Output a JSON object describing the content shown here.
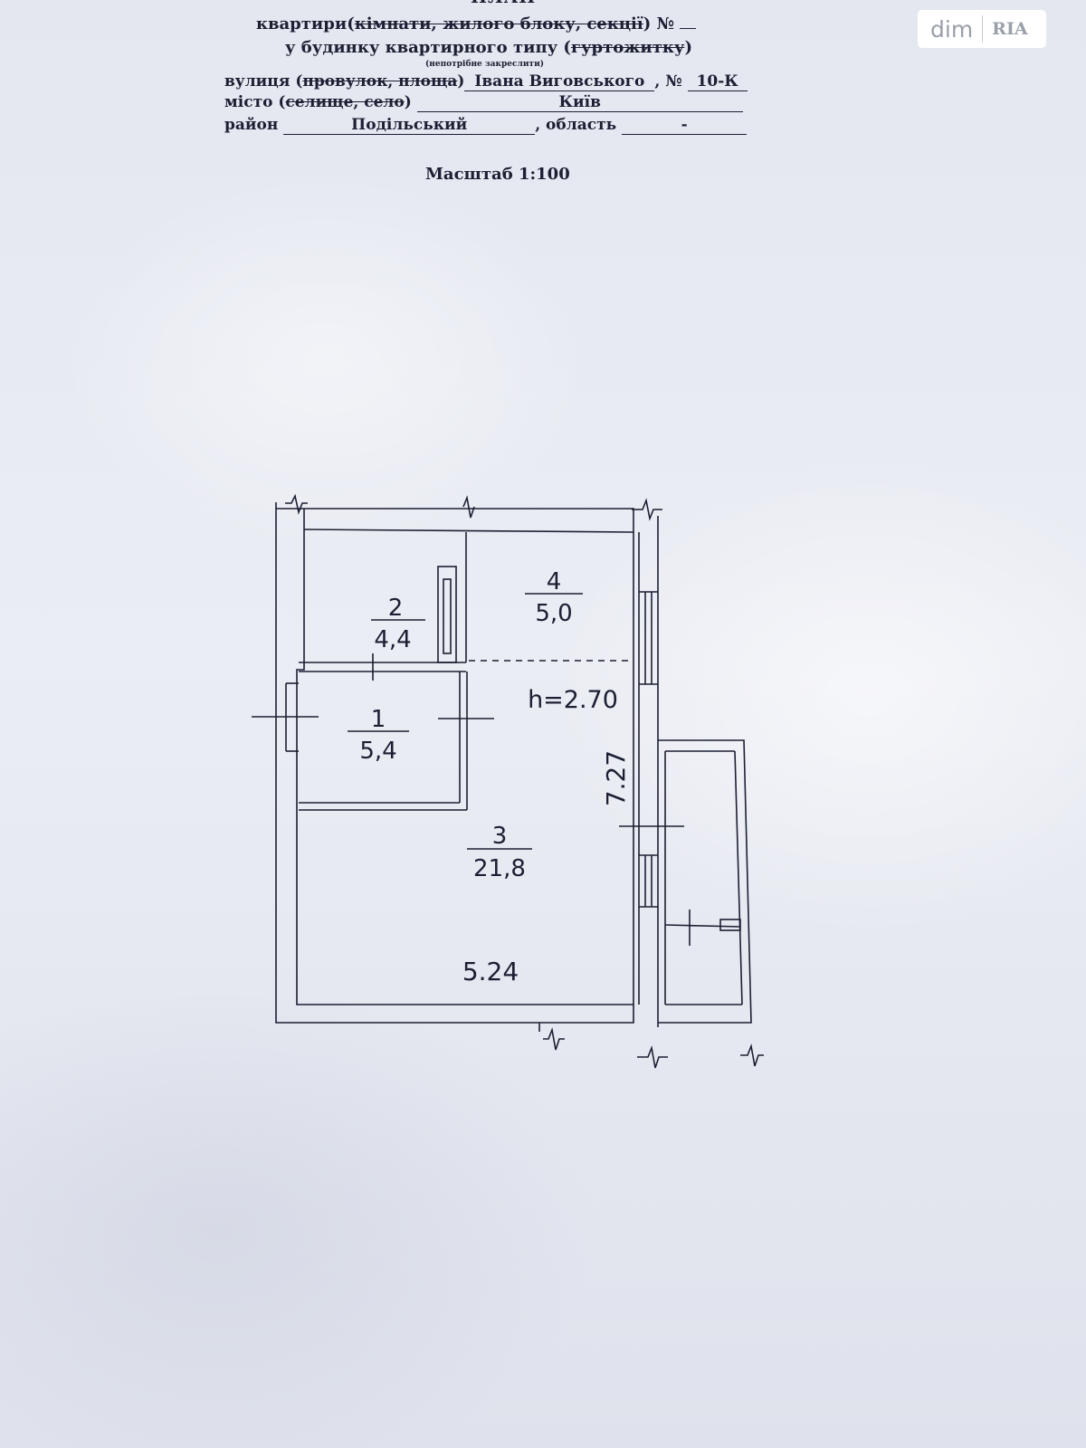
{
  "header": {
    "title": "ПЛАН",
    "line1_prefix": "квартири(",
    "line1_struck": "кімнати, жилого блоку, секції",
    "line1_suffix": ") №",
    "line1_number": "",
    "line2_prefix": "у будинку квартирного типу (",
    "line2_struck": "гуртожитку",
    "line2_suffix": ")",
    "note": "(непотрібне закреслити)",
    "street_label": "вулиця (",
    "street_struck": "провулок, площа",
    "street_label_end": ")",
    "street_value": "Івана Виговського",
    "number_label": ", №",
    "number_value": "10-К",
    "city_label": "місто (",
    "city_struck": "селище, село",
    "city_label_end": ")",
    "city_value": "Київ",
    "district_label": "район",
    "district_value": "Подільський",
    "region_label": ", область",
    "region_value": "-",
    "scale": "Масштаб 1:100"
  },
  "logo": {
    "left": "dim",
    "right": "RIA"
  },
  "plan": {
    "rooms": [
      {
        "number": "1",
        "area": "5,4"
      },
      {
        "number": "2",
        "area": "4,4"
      },
      {
        "number": "3",
        "area": "21,8"
      },
      {
        "number": "4",
        "area": "5,0"
      }
    ],
    "height_label": "h=2.70",
    "dim_vertical": "7.27",
    "dim_horizontal": "5.24"
  }
}
